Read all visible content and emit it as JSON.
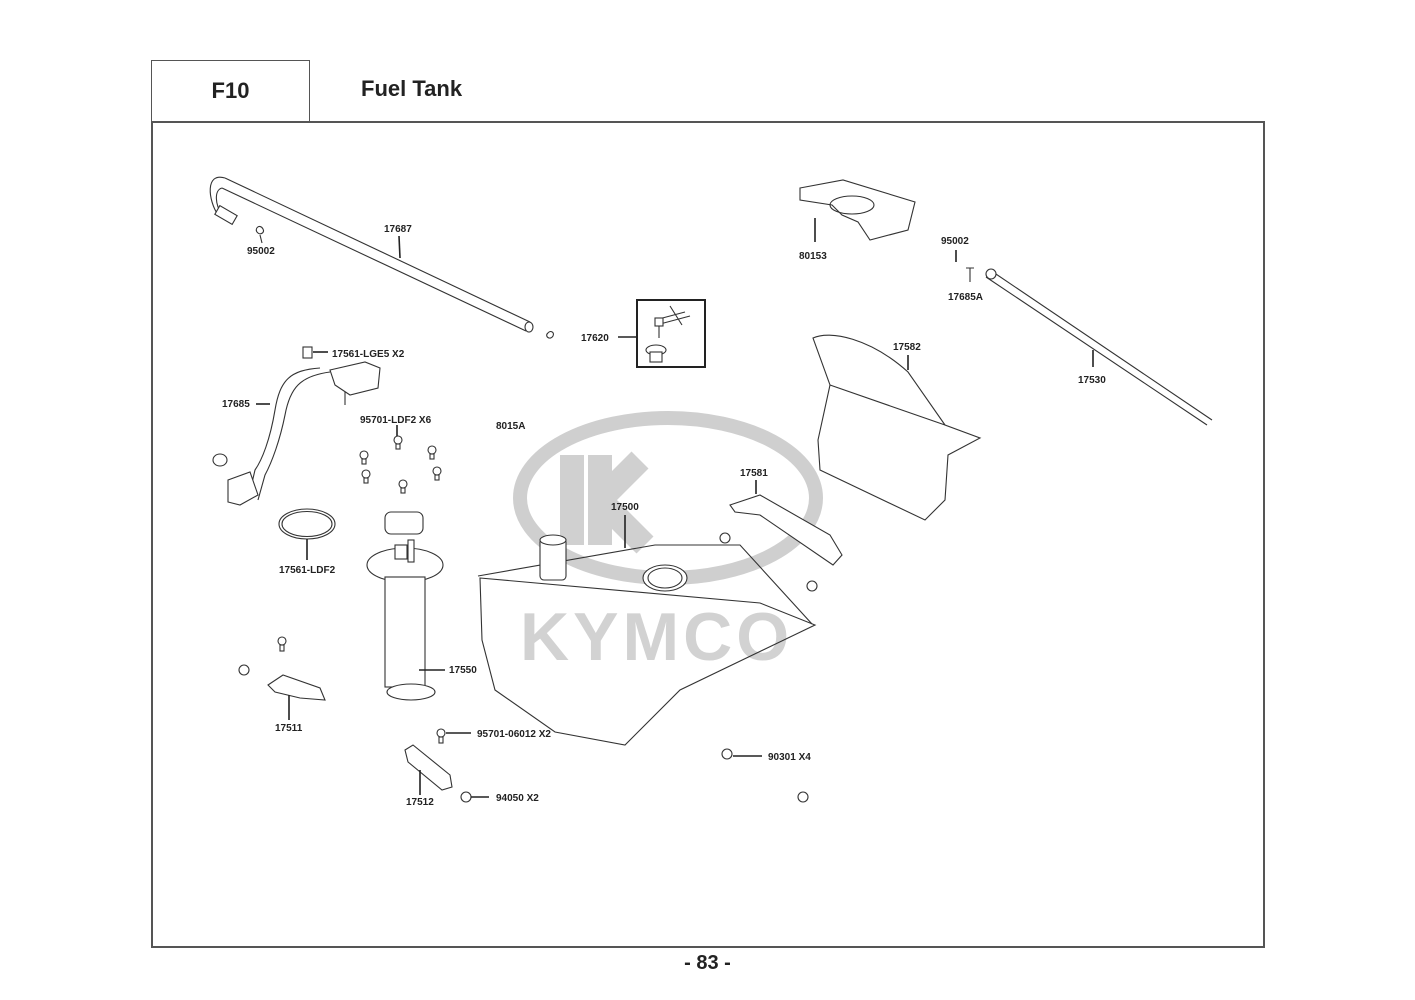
{
  "header": {
    "section_code": "F10",
    "title": "Fuel Tank"
  },
  "watermark": {
    "brand": "KYMCO",
    "logo_letter": "K"
  },
  "callouts": [
    {
      "id": "c-95002-a",
      "label": "95002"
    },
    {
      "id": "c-17687",
      "label": "17687"
    },
    {
      "id": "c-80153",
      "label": "80153"
    },
    {
      "id": "c-95002-b",
      "label": "95002"
    },
    {
      "id": "c-17685A",
      "label": "17685A"
    },
    {
      "id": "c-17620",
      "label": "17620"
    },
    {
      "id": "c-17561-LGE5",
      "label": "17561-LGE5 X2"
    },
    {
      "id": "c-17685",
      "label": "17685"
    },
    {
      "id": "c-95701-LDF2",
      "label": "95701-LDF2 X6"
    },
    {
      "id": "c-8015A",
      "label": "8015A"
    },
    {
      "id": "c-17582",
      "label": "17582"
    },
    {
      "id": "c-17530",
      "label": "17530"
    },
    {
      "id": "c-17581",
      "label": "17581"
    },
    {
      "id": "c-17500",
      "label": "17500"
    },
    {
      "id": "c-17561-LDF2",
      "label": "17561-LDF2"
    },
    {
      "id": "c-17550",
      "label": "17550"
    },
    {
      "id": "c-17511",
      "label": "17511"
    },
    {
      "id": "c-95701-06012",
      "label": "95701-06012 X2"
    },
    {
      "id": "c-90301",
      "label": "90301 X4"
    },
    {
      "id": "c-17512",
      "label": "17512"
    },
    {
      "id": "c-94050",
      "label": "94050 X2"
    }
  ],
  "footer": {
    "page_number": "- 83 -"
  }
}
